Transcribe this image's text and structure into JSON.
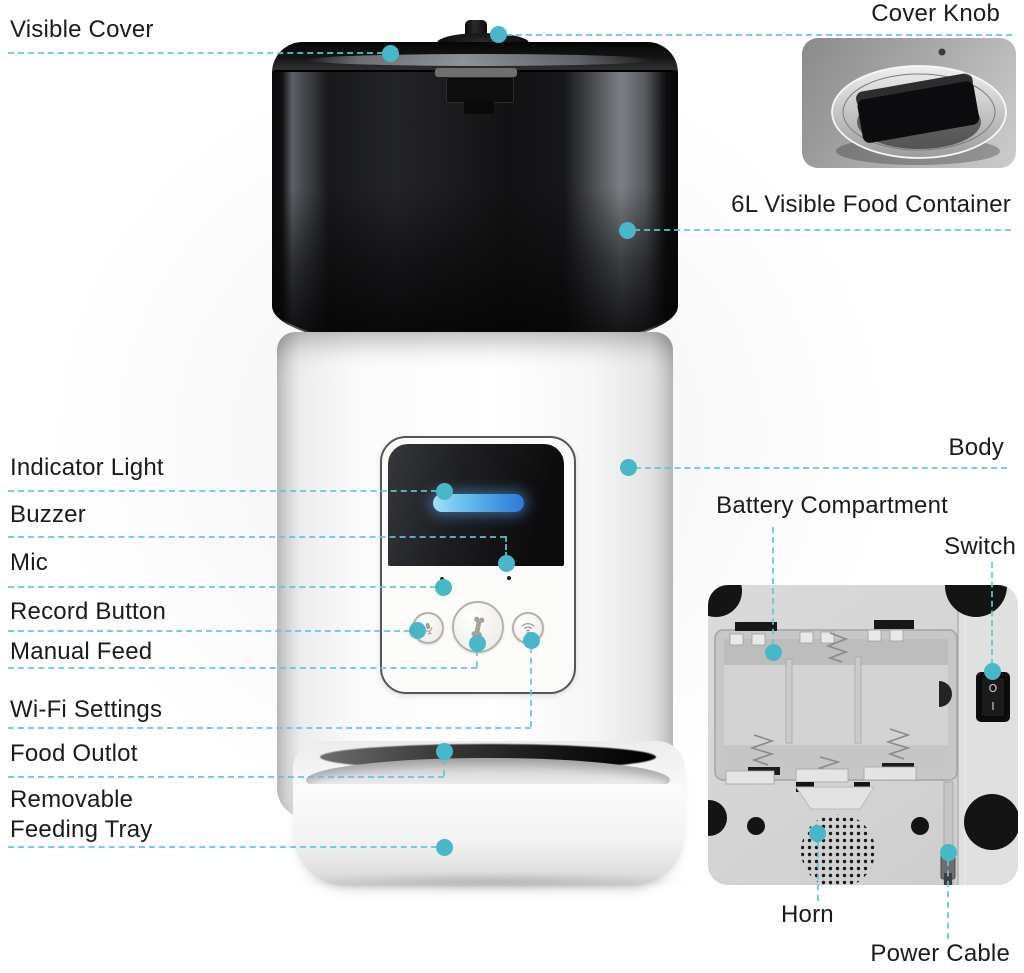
{
  "callouts": {
    "visible_cover": "Visible Cover",
    "cover_knob": "Cover Knob",
    "food_container": "6L Visible Food Container",
    "body": "Body",
    "indicator_light": "Indicator Light",
    "buzzer": "Buzzer",
    "mic": "Mic",
    "record_button": "Record Button",
    "manual_feed": "Manual Feed",
    "wifi_settings": "Wi-Fi Settings",
    "food_outlot": "Food Outlot",
    "removable_feeding_tray_line1": "Removable",
    "removable_feeding_tray_line2": "Feeding Tray",
    "battery_compartment": "Battery Compartment",
    "switch": "Switch",
    "horn": "Horn",
    "power_cable": "Power Cable"
  },
  "switch_marks": {
    "off": "O",
    "on": "I"
  },
  "icons": {
    "record_button": "microphone-icon",
    "manual_feed_button": "bone-icon",
    "wifi_button": "wifi-icon",
    "indicator": "status-light-bar"
  },
  "colors": {
    "callout_dot": "#48b7c7",
    "callout_dash": "#64c4d0",
    "label_text": "#1b1b1b",
    "indicator_light_start": "#a5e0f8",
    "indicator_light_end": "#2d7bd8"
  }
}
